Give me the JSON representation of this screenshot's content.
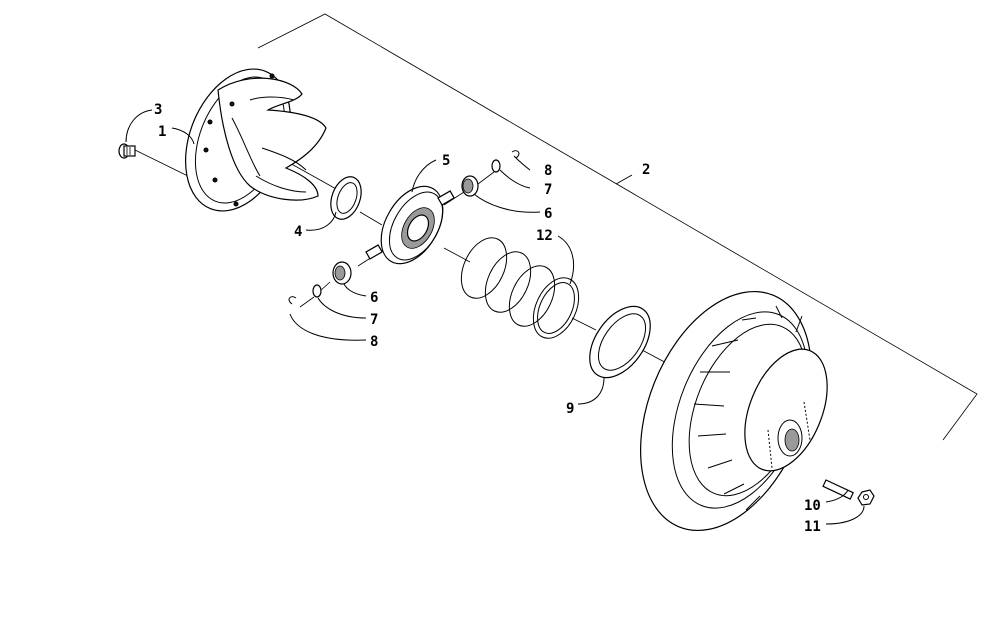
{
  "diagram": {
    "callouts": [
      {
        "id": "c3",
        "label": "3"
      },
      {
        "id": "c1",
        "label": "1"
      },
      {
        "id": "c2",
        "label": "2"
      },
      {
        "id": "c4",
        "label": "4"
      },
      {
        "id": "c5",
        "label": "5"
      },
      {
        "id": "c6a",
        "label": "6"
      },
      {
        "id": "c7a",
        "label": "7"
      },
      {
        "id": "c8a",
        "label": "8"
      },
      {
        "id": "c6b",
        "label": "6"
      },
      {
        "id": "c7b",
        "label": "7"
      },
      {
        "id": "c8b",
        "label": "8"
      },
      {
        "id": "c12",
        "label": "12"
      },
      {
        "id": "c9",
        "label": "9"
      },
      {
        "id": "c10",
        "label": "10"
      },
      {
        "id": "c11",
        "label": "11"
      }
    ]
  }
}
